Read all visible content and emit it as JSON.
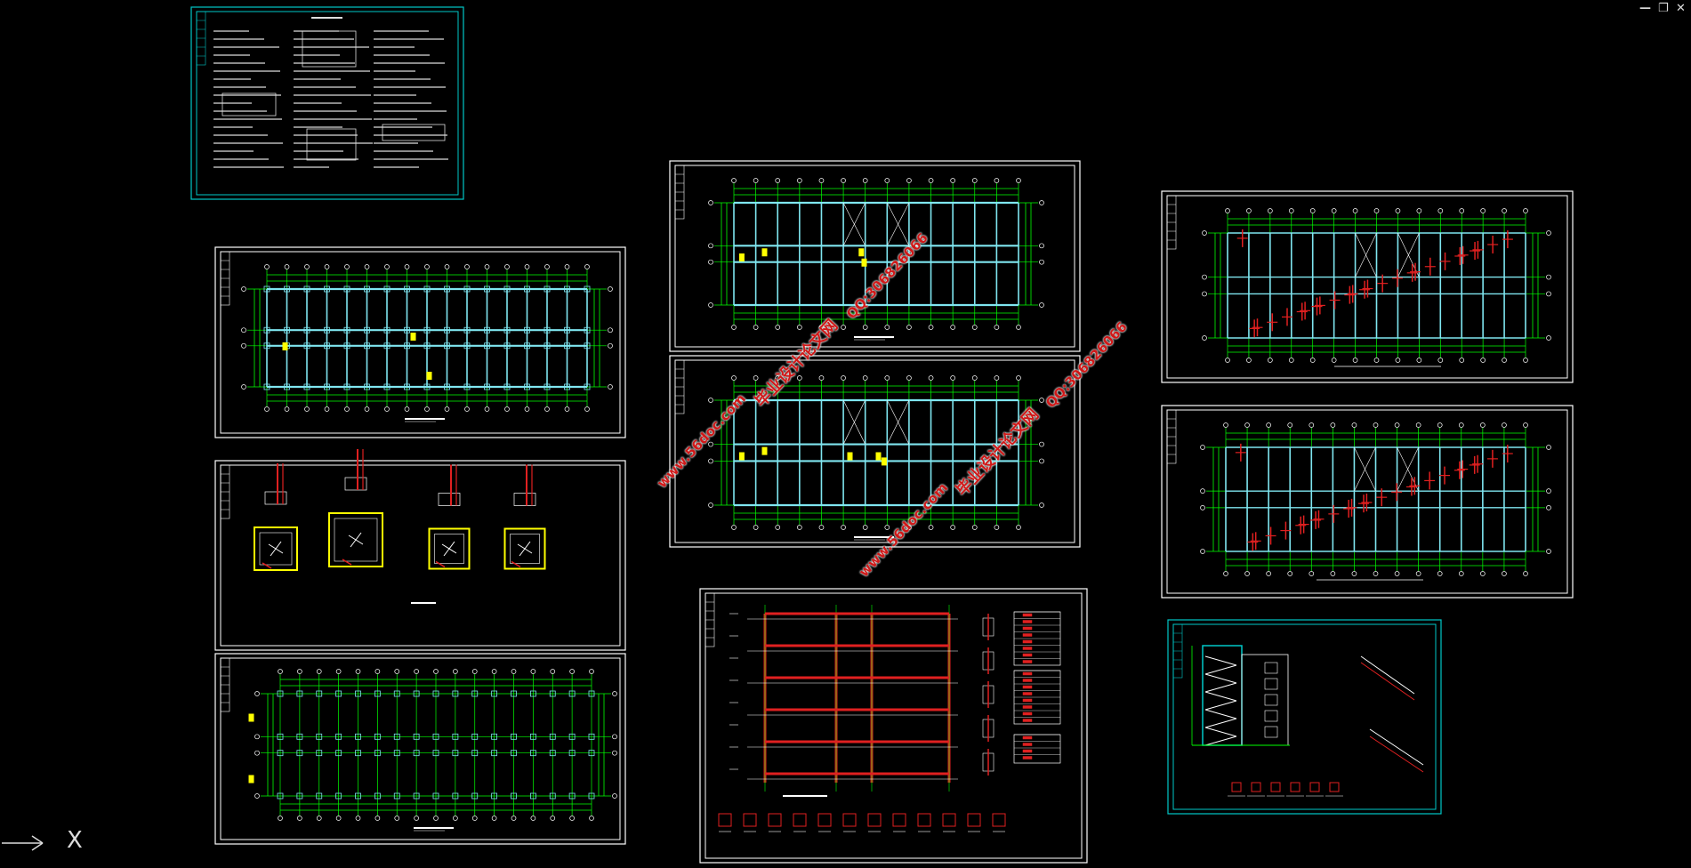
{
  "window_controls": {
    "minimize": "—",
    "restore": "❐",
    "close": "✕"
  },
  "watermark": {
    "site_cn": "毕业设计论文网",
    "url": "www.56doc.com",
    "qq": "QQ:306826066"
  },
  "ucs": {
    "x_label": "X"
  },
  "colors": {
    "background": "#000000",
    "frame": "#ffffff",
    "accent_frame": "#00c8c8",
    "grid": "#00ff00",
    "beam": "#7fe6f0",
    "rebar": "#e02020",
    "column": "#ffff00"
  },
  "sheets": [
    {
      "id": "design-notes"
    },
    {
      "id": "foundation-plan"
    },
    {
      "id": "footing-details"
    },
    {
      "id": "column-layout-plan"
    },
    {
      "id": "floor-structure-plan-1"
    },
    {
      "id": "floor-structure-plan-2"
    },
    {
      "id": "frame-elevation"
    },
    {
      "id": "slab-reinforcement-plan-1"
    },
    {
      "id": "slab-reinforcement-plan-2"
    },
    {
      "id": "stair-details"
    }
  ]
}
